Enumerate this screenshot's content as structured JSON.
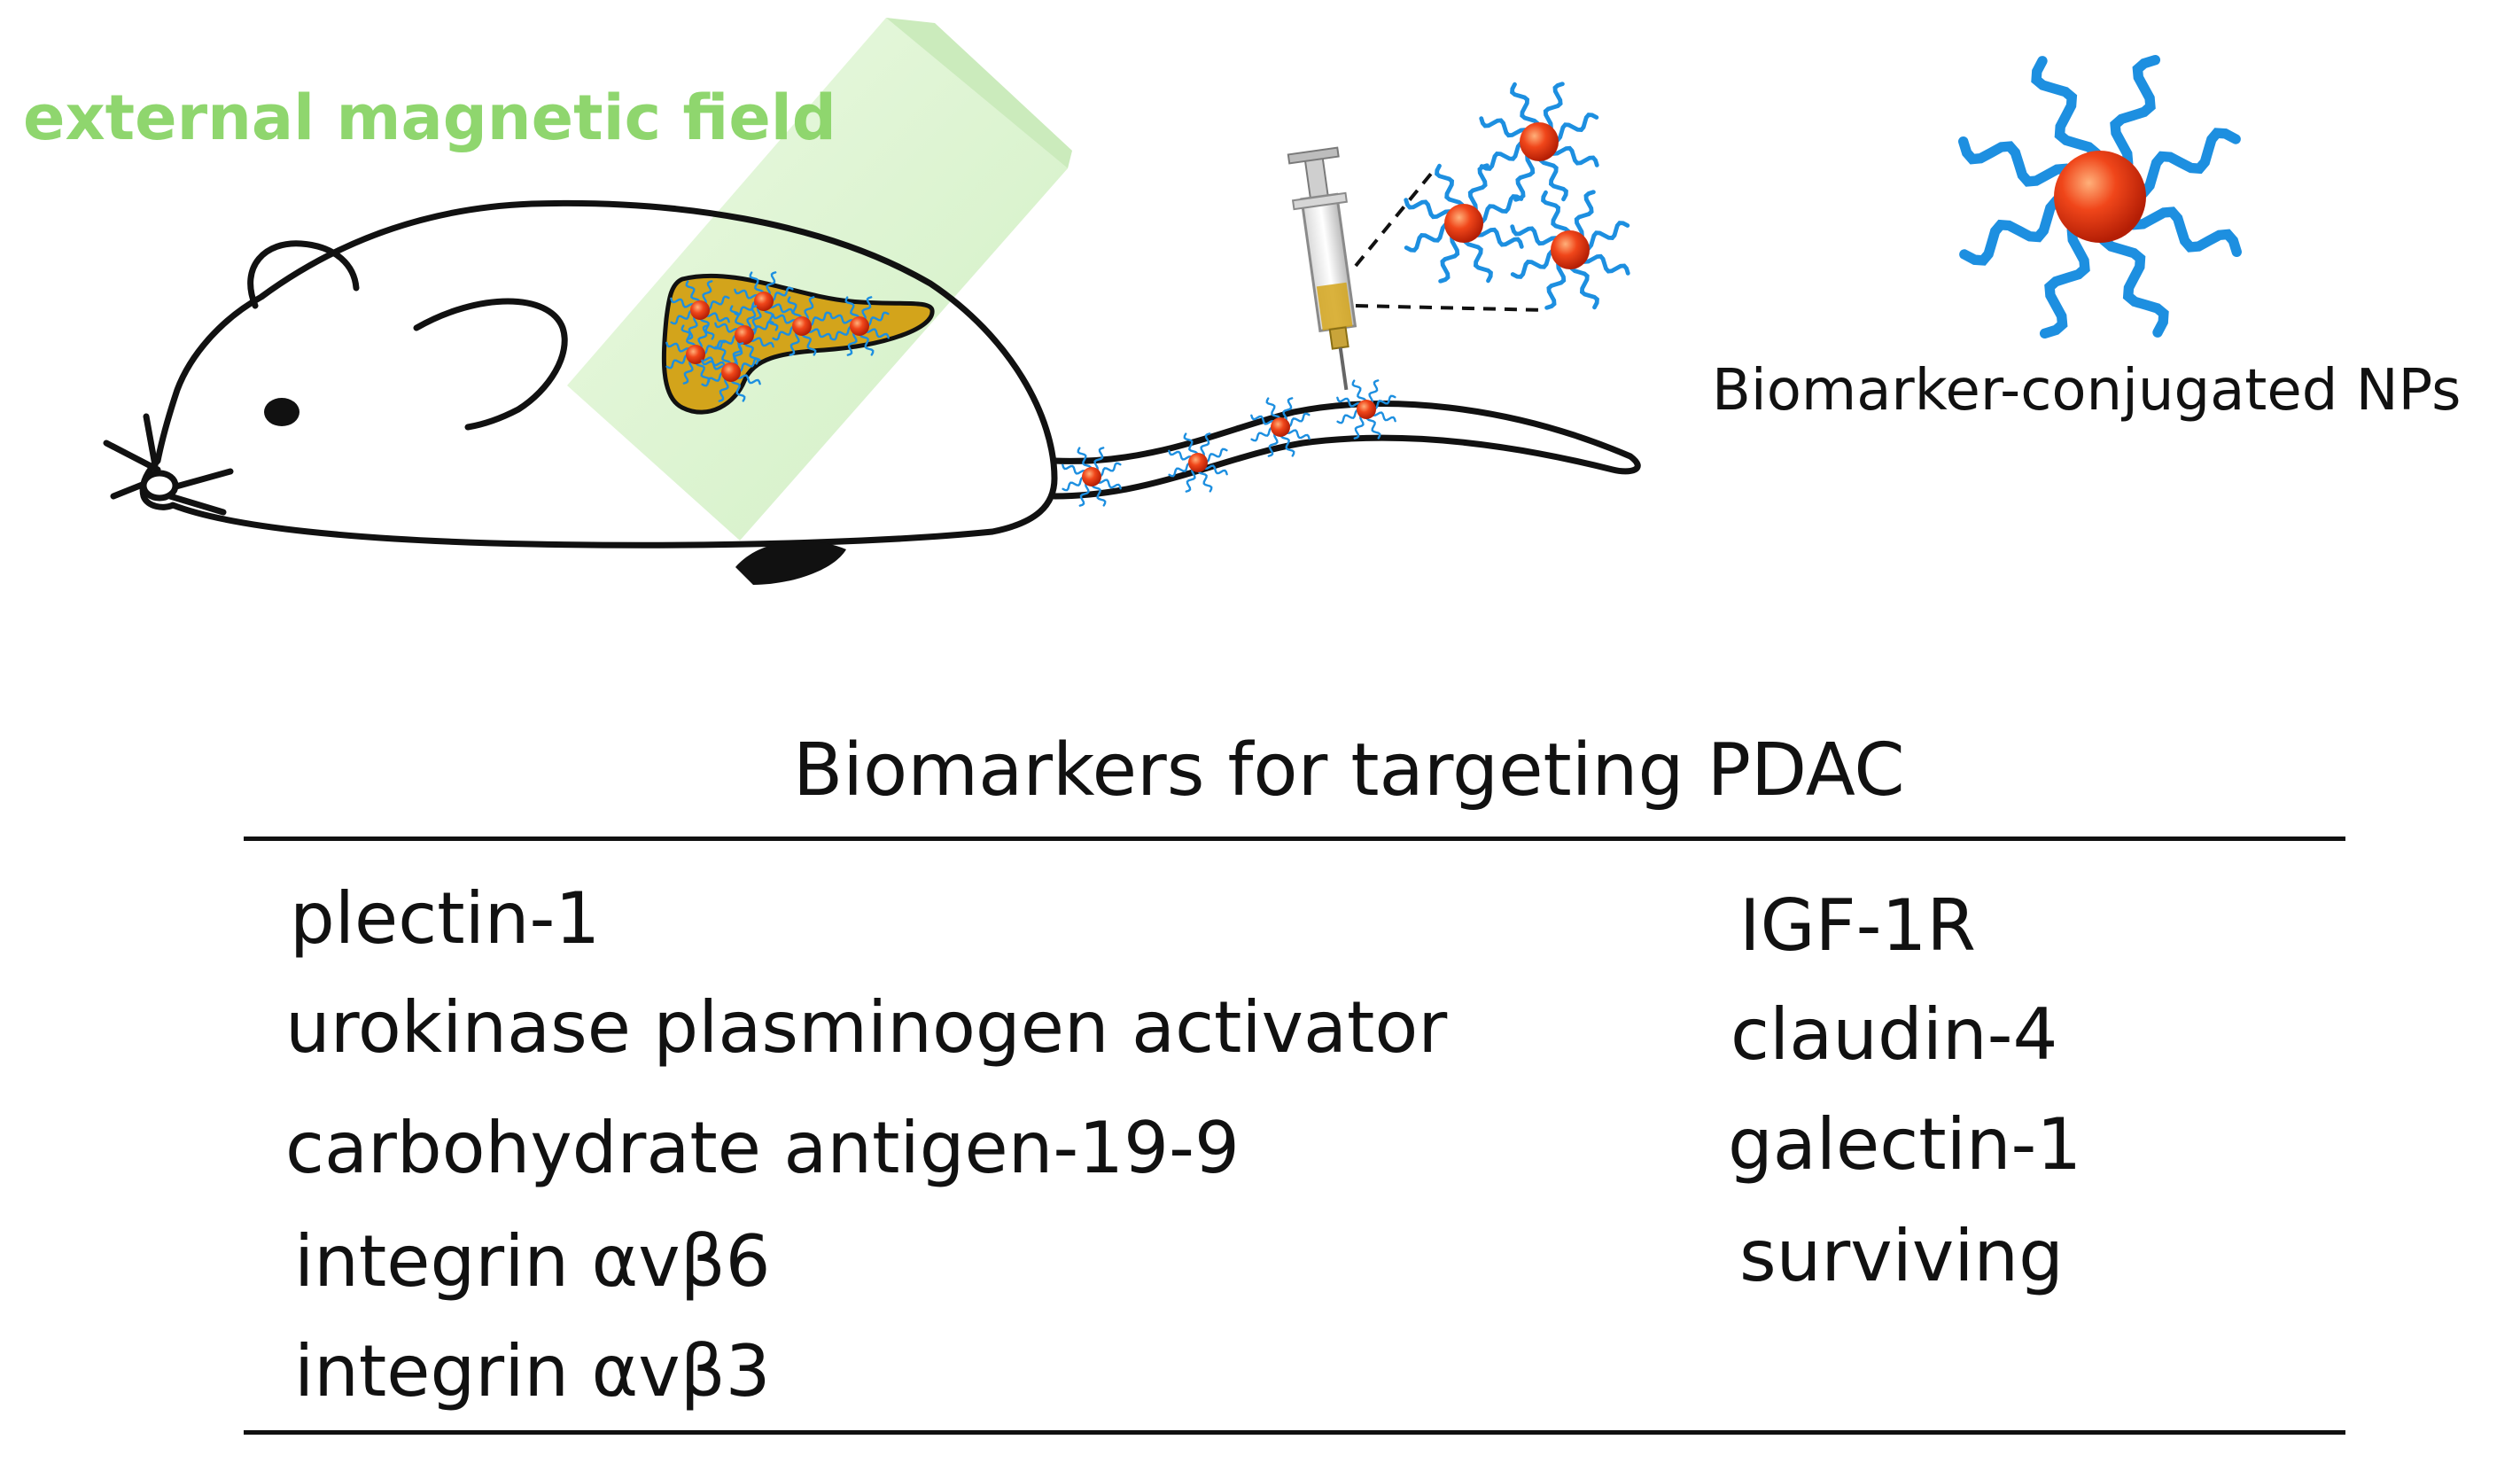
{
  "labels": {
    "magnetic_field": "external magnetic field",
    "nanoparticle": "Biomarker-conjugated NPs"
  },
  "table": {
    "title": "Biomarkers for targeting PDAC",
    "left_column": [
      "plectin-1",
      "urokinase plasminogen activator",
      "carbohydrate antigen-19-9",
      "integrin αvβ6",
      "integrin αvβ3"
    ],
    "right_column": [
      "IGF-1R",
      "claudin-4",
      "galectin-1",
      "surviving"
    ]
  },
  "colors": {
    "field_label": "#8fd66e",
    "field_beam": "#cdeec0",
    "pancreas_fill": "#d3a41b",
    "nanoparticle_core": "#e8390e",
    "ligand": "#1d8fe0",
    "outline": "#111111"
  }
}
